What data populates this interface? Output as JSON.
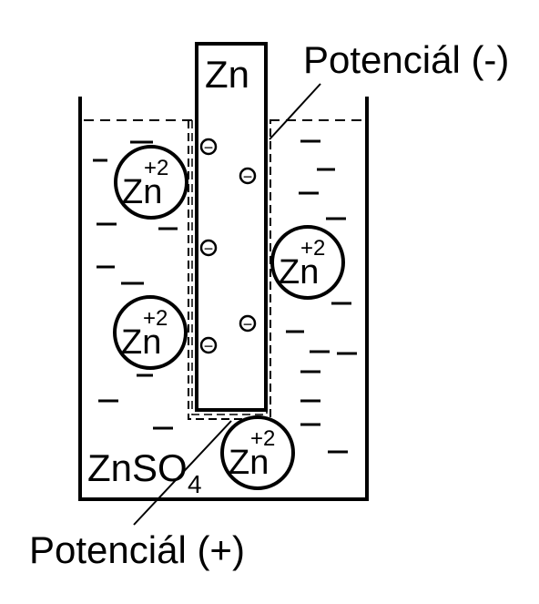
{
  "labels": {
    "electrode": "Zn",
    "solution": "ZnSO",
    "solution_subscript": "4",
    "potential_negative": "Potenciál (-)",
    "potential_positive": "Potenciál (+)"
  },
  "ion": {
    "symbol": "Zn",
    "charge": "+2"
  },
  "electron_symbol": "−",
  "colors": {
    "ink": "#000000",
    "background": "#ffffff"
  }
}
